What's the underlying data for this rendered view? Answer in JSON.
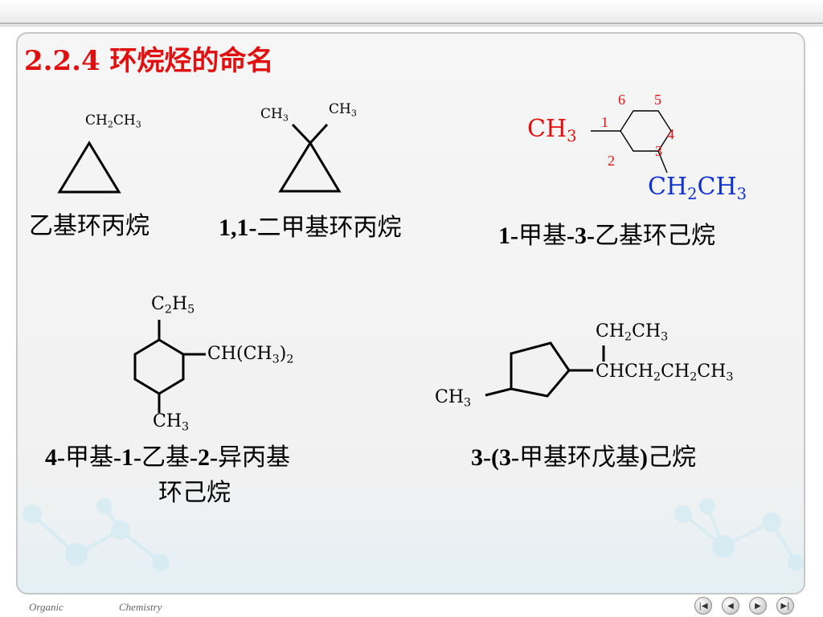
{
  "title": "2.2.4  环烷烃的命名",
  "compounds": {
    "c1": {
      "sub1": "CH",
      "sub1_n": "2",
      "sub2": "CH",
      "sub2_n": "3",
      "name": "乙基环丙烷"
    },
    "c2": {
      "a": "CH",
      "a_n": "3",
      "b": "CH",
      "b_n": "3",
      "name_num": "1,1-",
      "name_rest": "二甲基环丙烷"
    },
    "c3": {
      "methyl": "CH",
      "methyl_n": "3",
      "ethyl_a": "CH",
      "ethyl_a_n": "2",
      "ethyl_b": "CH",
      "ethyl_b_n": "3",
      "locants": [
        "6",
        "5",
        "1",
        "4",
        "2",
        "3"
      ],
      "name_p1": "1-",
      "name_p2": "甲基",
      "name_p3": "-3-",
      "name_p4": "乙基环己烷"
    },
    "c4": {
      "top_a": "C",
      "top_a_n": "2",
      "top_b": "H",
      "top_b_n": "5",
      "right_a": "CH(CH",
      "right_a_n": "3",
      "right_b": ")",
      "right_b_n": "2",
      "bottom": "CH",
      "bottom_n": "3",
      "name_p1": "4-",
      "name_p2": "甲基",
      "name_p3": "-1-",
      "name_p4": "乙基",
      "name_p5": "-2-",
      "name_p6": "异丙基",
      "name_line2": "环己烷"
    },
    "c5": {
      "top_a": "CH",
      "top_a_n": "2",
      "top_b": "CH",
      "top_b_n": "3",
      "chain_a": "CHCH",
      "chain_a_n": "2",
      "chain_b": "CH",
      "chain_b_n": "2",
      "chain_c": "CH",
      "chain_c_n": "3",
      "methyl": "CH",
      "methyl_n": "3",
      "name_p1": "3-(3-",
      "name_p2": "甲基环戊基",
      "name_p3": ")",
      "name_p4": "己烷"
    }
  },
  "footer": {
    "left": "Organic",
    "right": "Chemistry"
  },
  "nav": [
    "|◀",
    "◀",
    "▶",
    "▶|"
  ],
  "colors": {
    "title": "#e01010",
    "blue": "#1030d0",
    "red": "#e01010"
  }
}
